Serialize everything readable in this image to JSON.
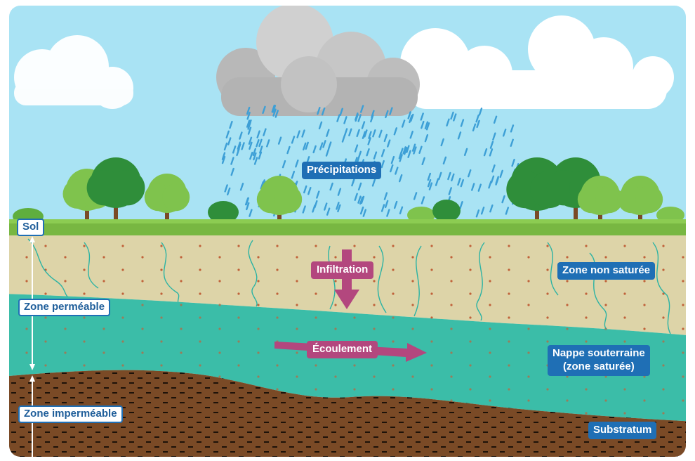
{
  "labels": {
    "precipitations": "Précipitations",
    "sol": "Sol",
    "infiltration": "Infiltration",
    "zone_non_saturee": "Zone non saturée",
    "zone_permeable": "Zone perméable",
    "ecoulement": "Écoulement",
    "nappe_line1": "Nappe souterraine",
    "nappe_line2": "(zone saturée)",
    "zone_impermeable": "Zone imperméable",
    "substratum": "Substratum"
  },
  "colors": {
    "sky": "#a9e3f4",
    "grass": "#78b742",
    "soil": "#ddd4a8",
    "water": "#3bbda8",
    "bedrock": "#7a4a26",
    "label_blue": "#1f6fb5",
    "arrow_pink": "#b3477e",
    "rain": "#3d9fd6",
    "tree_dark": "#2f8e3a",
    "tree_light": "#7fc34d"
  }
}
